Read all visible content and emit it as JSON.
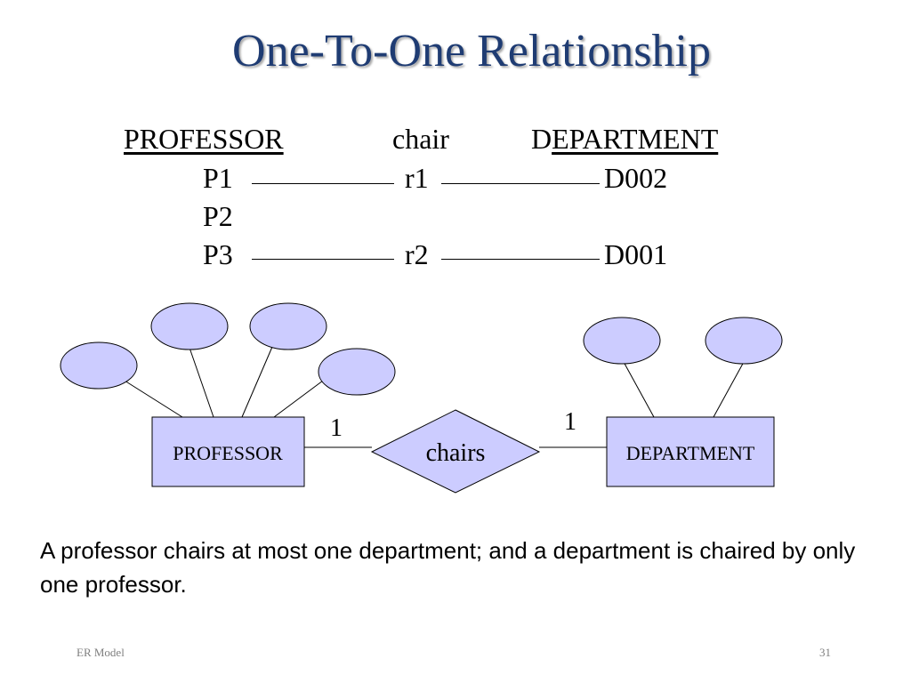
{
  "slide": {
    "title": "One-To-One Relationship",
    "footer_left": "ER Model",
    "page_number": "31"
  },
  "instance_table": {
    "headers": {
      "professor": "PROFESSOR",
      "chair": "chair",
      "department_first_letter": "D",
      "department_rest": "EPARTMENT"
    },
    "rows": [
      {
        "professor": "P1",
        "chair": "r1",
        "department": "D002"
      },
      {
        "professor": "P2",
        "chair": "",
        "department": ""
      },
      {
        "professor": "P3",
        "chair": "r2",
        "department": "D001"
      }
    ]
  },
  "er_diagram": {
    "entity_left": "PROFESSOR",
    "relationship": "chairs",
    "entity_right": "DEPARTMENT",
    "cardinality_left": "1",
    "cardinality_right": "1",
    "colors": {
      "fill": "#ccccff",
      "stroke": "#000000"
    }
  },
  "caption": "A professor chairs at most one department; and a department is chaired by only one professor."
}
